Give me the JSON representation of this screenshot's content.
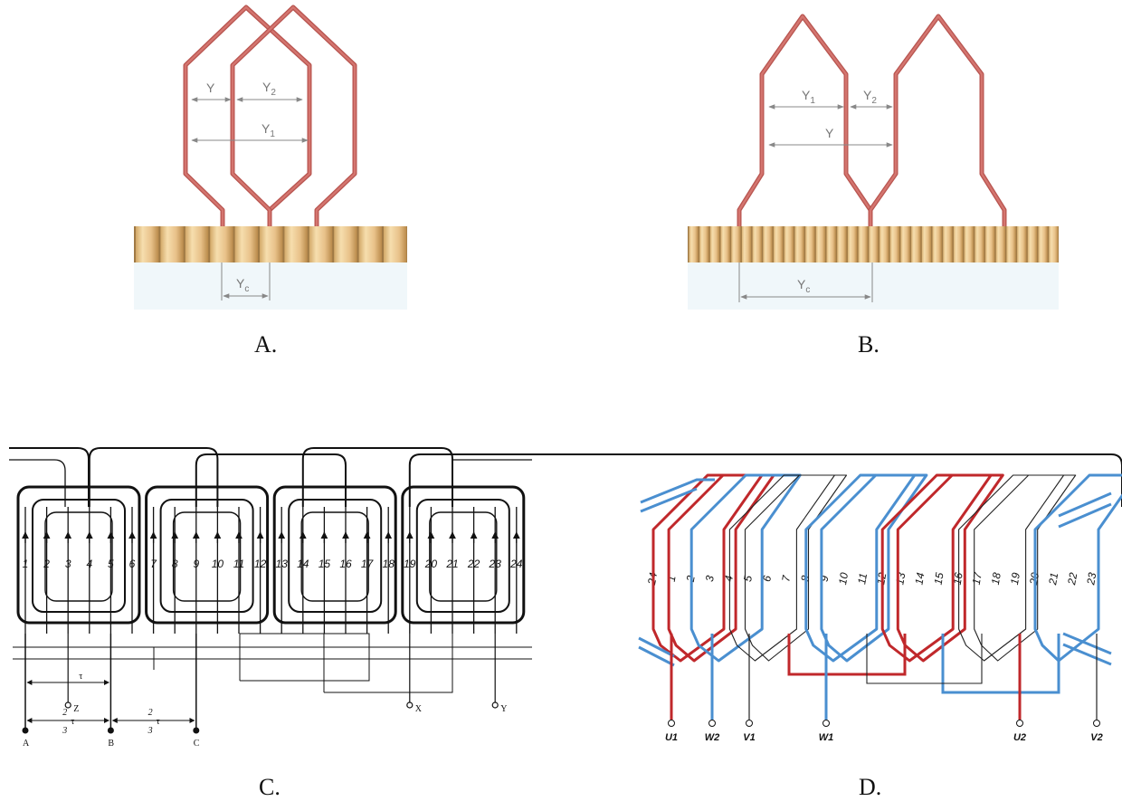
{
  "panels": {
    "a": {
      "label": "A.",
      "dim_y": "Y",
      "dim_y2_main": "Y",
      "dim_y2_sub": "2",
      "dim_y1_main": "Y",
      "dim_y1_sub": "1",
      "dim_yc_main": "Y",
      "dim_yc_sub": "c"
    },
    "b": {
      "label": "B.",
      "dim_y1_main": "Y",
      "dim_y1_sub": "1",
      "dim_y2_main": "Y",
      "dim_y2_sub": "2",
      "dim_y": "Y",
      "dim_yc_main": "Y",
      "dim_yc_sub": "c"
    },
    "c": {
      "label": "C.",
      "slots": [
        "1",
        "2",
        "3",
        "4",
        "5",
        "6",
        "7",
        "8",
        "9",
        "10",
        "11",
        "12",
        "13",
        "14",
        "15",
        "16",
        "17",
        "18",
        "19",
        "20",
        "21",
        "22",
        "23",
        "24"
      ],
      "terminals_start": [
        "A",
        "B",
        "C"
      ],
      "terminals_end": [
        "Z",
        "X",
        "Y"
      ],
      "tau": "τ",
      "frac_num": "2",
      "frac_den": "3",
      "frac_tau": "τ"
    },
    "d": {
      "label": "D.",
      "slots": [
        "24",
        "1",
        "2",
        "3",
        "4",
        "5",
        "6",
        "7",
        "8",
        "9",
        "10",
        "11",
        "12",
        "13",
        "14",
        "15",
        "16",
        "17",
        "18",
        "19",
        "20",
        "21",
        "22",
        "23"
      ],
      "terminals": [
        "U1",
        "W2",
        "V1",
        "W1",
        "U2",
        "V2"
      ]
    }
  },
  "colors": {
    "copper_coil": "#d4756f",
    "commutator_bar": "#e7c58e",
    "red_phase": "#c0282b",
    "blue_phase": "#4a8fd0",
    "black_phase": "#222222"
  }
}
